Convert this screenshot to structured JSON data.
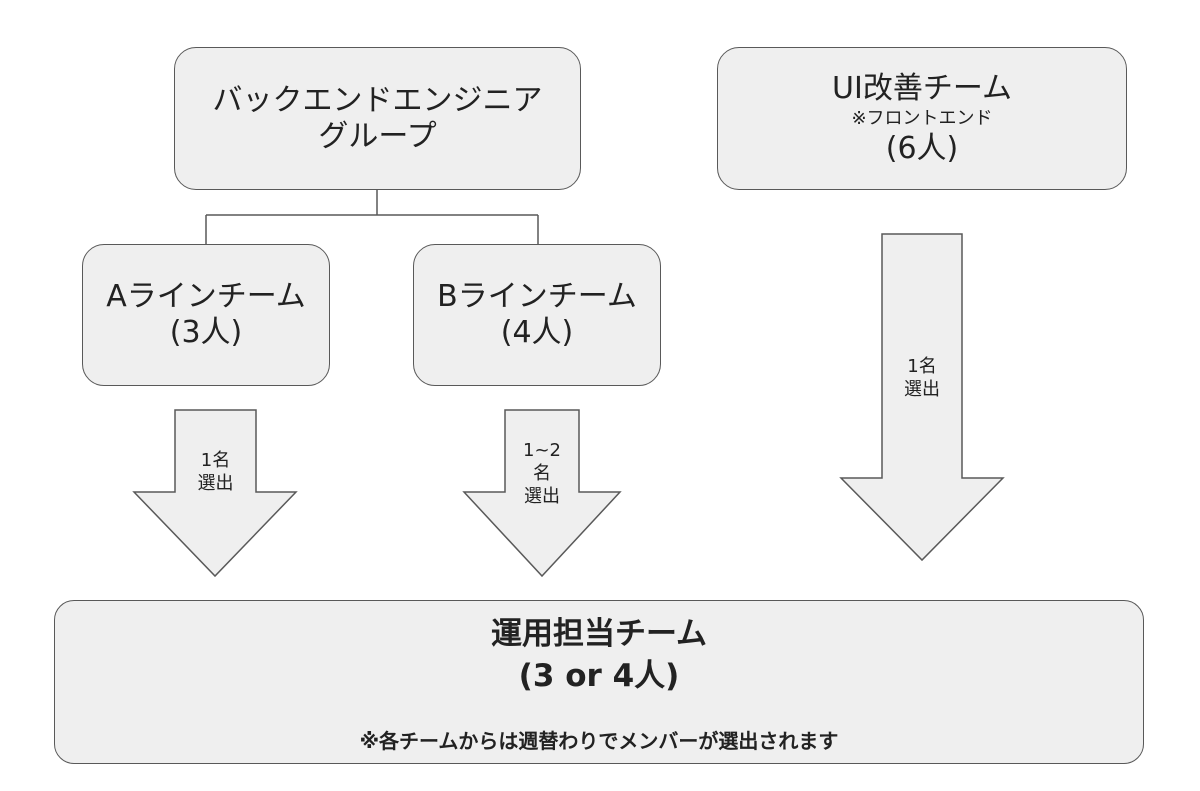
{
  "backend_group": {
    "line1": "バックエンドエンジニア",
    "line2": "グループ"
  },
  "ui_team": {
    "title": "UI改善チーム",
    "note": "※フロントエンド",
    "count": "(6人)"
  },
  "team_a": {
    "title": "Aラインチーム",
    "count": "(3人)"
  },
  "team_b": {
    "title": "Bラインチーム",
    "count": "(4人)"
  },
  "arrow_a": {
    "line1": "1名",
    "line2": "選出"
  },
  "arrow_b": {
    "line1": "1~2",
    "line2": "名",
    "line3": "選出"
  },
  "arrow_ui": {
    "line1": "1名",
    "line2": "選出"
  },
  "ops_team": {
    "title": "運用担当チーム",
    "count": "(3 or 4人)",
    "note": "※各チームからは週替わりでメンバーが選出されます"
  },
  "colors": {
    "box_fill": "#efefef",
    "stroke": "#595959",
    "text": "#222222"
  }
}
